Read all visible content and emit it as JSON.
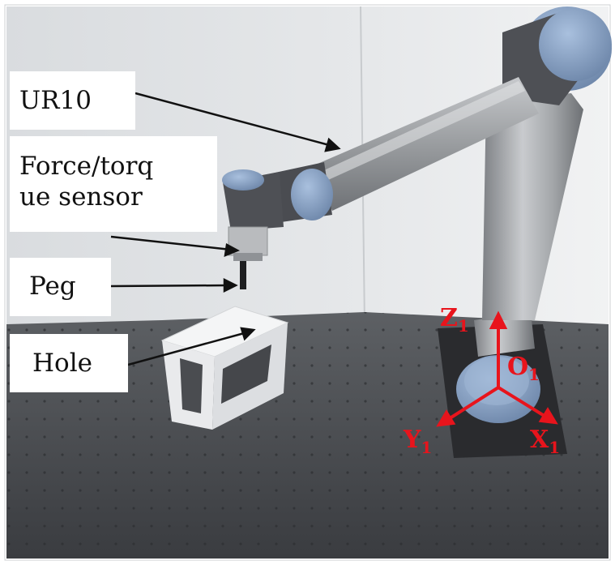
{
  "labels": {
    "robot": "UR10",
    "sensor_line1": "Force/torq",
    "sensor_line2": "ue sensor",
    "peg": "Peg",
    "hole": "Hole"
  },
  "frame": {
    "z_axis": "Z",
    "z_sub": "1",
    "origin": "O",
    "origin_sub": "1",
    "x_axis": "X",
    "x_sub": "1",
    "y_axis": "Y",
    "y_sub": "1"
  },
  "colors": {
    "label_text": "#111111",
    "leader_line": "#111111",
    "frame_color": "#e8141c",
    "robot_blue": "#8ea8cc",
    "robot_silver": "#a6a8ab"
  }
}
